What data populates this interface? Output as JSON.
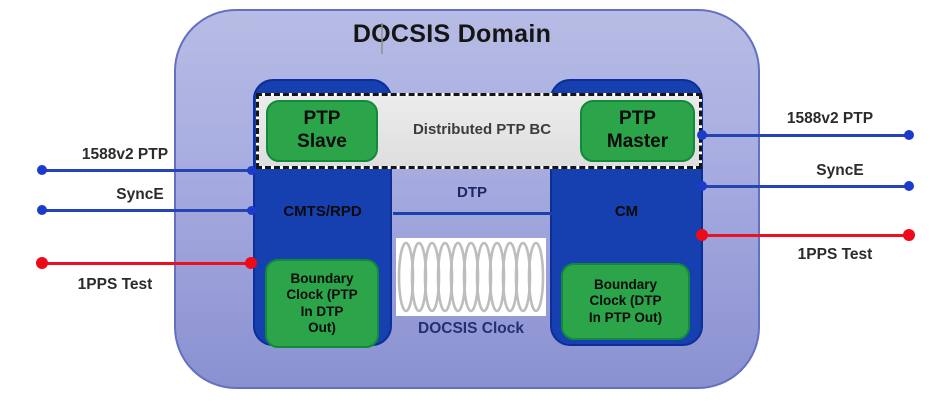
{
  "domain": {
    "title": "DOCSIS Domain"
  },
  "distributed_bc": {
    "label": "Distributed PTP BC",
    "slave_label": "PTP\nSlave",
    "master_label": "PTP\nMaster"
  },
  "nodes": {
    "cmts": {
      "label": "CMTS/RPD",
      "boundary_clock_label": "Boundary\nClock (PTP\nIn DTP\nOut)"
    },
    "cm": {
      "label": "CM",
      "boundary_clock_label": "Boundary\nClock (DTP\nIn PTP Out)"
    }
  },
  "links": {
    "dtp_label": "DTP",
    "docsis_clock_label": "DOCSIS Clock"
  },
  "left_ports": [
    {
      "label": "1588v2 PTP",
      "type": "blue"
    },
    {
      "label": "SyncE",
      "type": "blue"
    },
    {
      "label": "1PPS Test",
      "type": "red"
    }
  ],
  "right_ports": [
    {
      "label": "1588v2 PTP",
      "type": "blue"
    },
    {
      "label": "SyncE",
      "type": "blue"
    },
    {
      "label": "1PPS Test",
      "type": "red"
    }
  ],
  "colors": {
    "domain_fill_top": "#b7bce5",
    "domain_fill_bottom": "#8a91d1",
    "node_blue": "#1640b0",
    "green": "#2ba44a",
    "bar_gray": "#e4e4e4",
    "line_blue": "#2444b4",
    "line_red": "#e81220"
  }
}
